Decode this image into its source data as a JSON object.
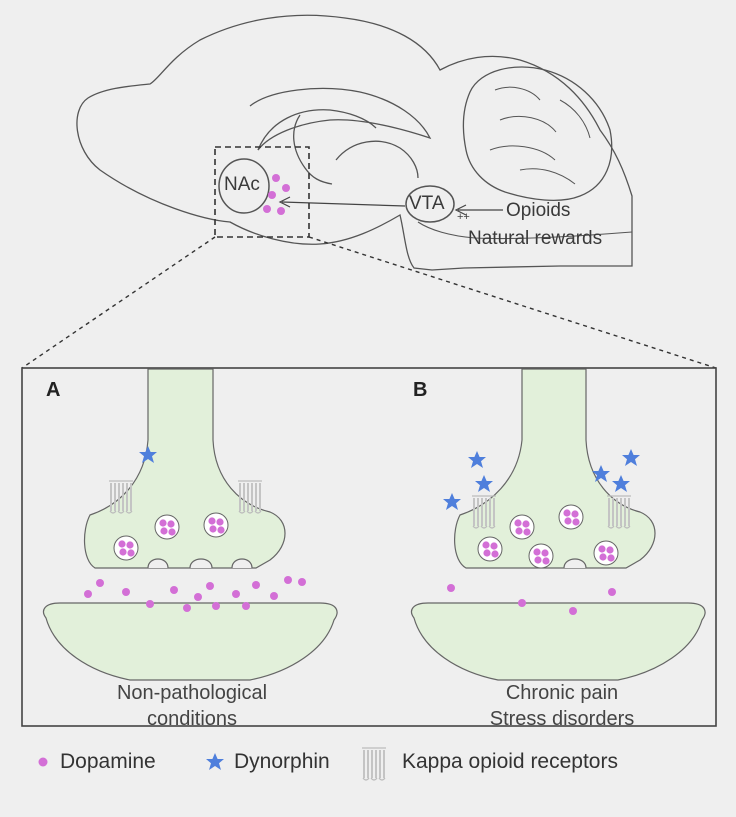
{
  "brain": {
    "nac_label": "NAc",
    "vta_label": "VTA",
    "plusplus": "++",
    "opioids": "Opioids",
    "natural_rewards": "Natural rewards"
  },
  "panels": {
    "a": {
      "letter": "A",
      "caption_line1": "Non-pathological",
      "caption_line2": "conditions"
    },
    "b": {
      "letter": "B",
      "caption_line1": "Chronic pain",
      "caption_line2": "Stress disorders"
    }
  },
  "legend": {
    "dopamine": "Dopamine",
    "dynorphin": "Dynorphin",
    "kappa": "Kappa opioid receptors"
  },
  "colors": {
    "background": "#efefef",
    "neuron_fill": "#e2f0da",
    "outline": "#5a5a5a",
    "dopamine": "#d36fd6",
    "dynorphin": "#4f7fdc",
    "receptor": "#c8c8c8"
  }
}
